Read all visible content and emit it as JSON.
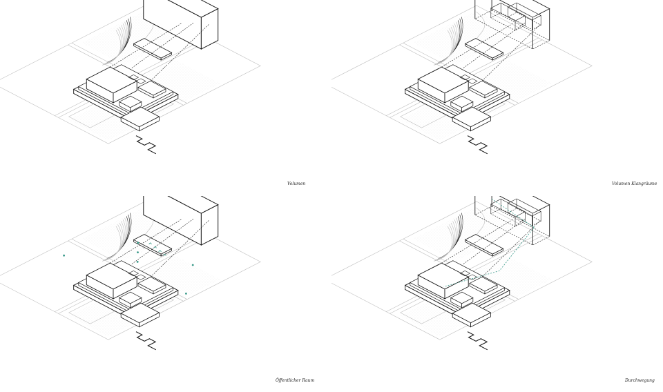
{
  "panels": [
    {
      "id": "volumen",
      "caption": "Volumen",
      "variant": "solid"
    },
    {
      "id": "klangraeume",
      "caption": "Volumen Klangräume",
      "variant": "frame"
    },
    {
      "id": "raum",
      "caption": "Öffentlicher Raum",
      "variant": "public"
    },
    {
      "id": "durchwegung",
      "caption": "Durchwegung",
      "variant": "path"
    }
  ],
  "colors": {
    "line": "#1a1a1a",
    "light": "#bdbdbd",
    "stipple": "#cfcfcf",
    "accent": "#3a9a8a"
  }
}
